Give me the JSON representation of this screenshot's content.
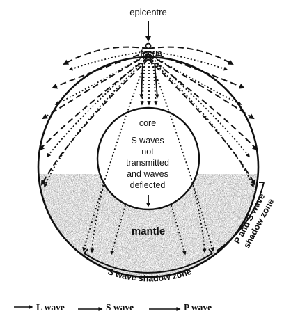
{
  "diagram": {
    "epicentre_label": "epicentre",
    "focus_label": "focus",
    "core_label": "core",
    "core_note_lines": [
      "S waves",
      "not",
      "transmitted",
      "and waves",
      "deflected"
    ],
    "mantle_label": "mantle",
    "s_shadow_label": "S wave shadow zone",
    "ps_shadow_label_lines": [
      "P and S wave",
      "shadow zone"
    ]
  },
  "legend": {
    "items": [
      {
        "label": "L wave",
        "line_style": "solid"
      },
      {
        "label": "S wave",
        "line_style": "solid"
      },
      {
        "label": "P wave",
        "line_style": "solid"
      }
    ]
  }
}
